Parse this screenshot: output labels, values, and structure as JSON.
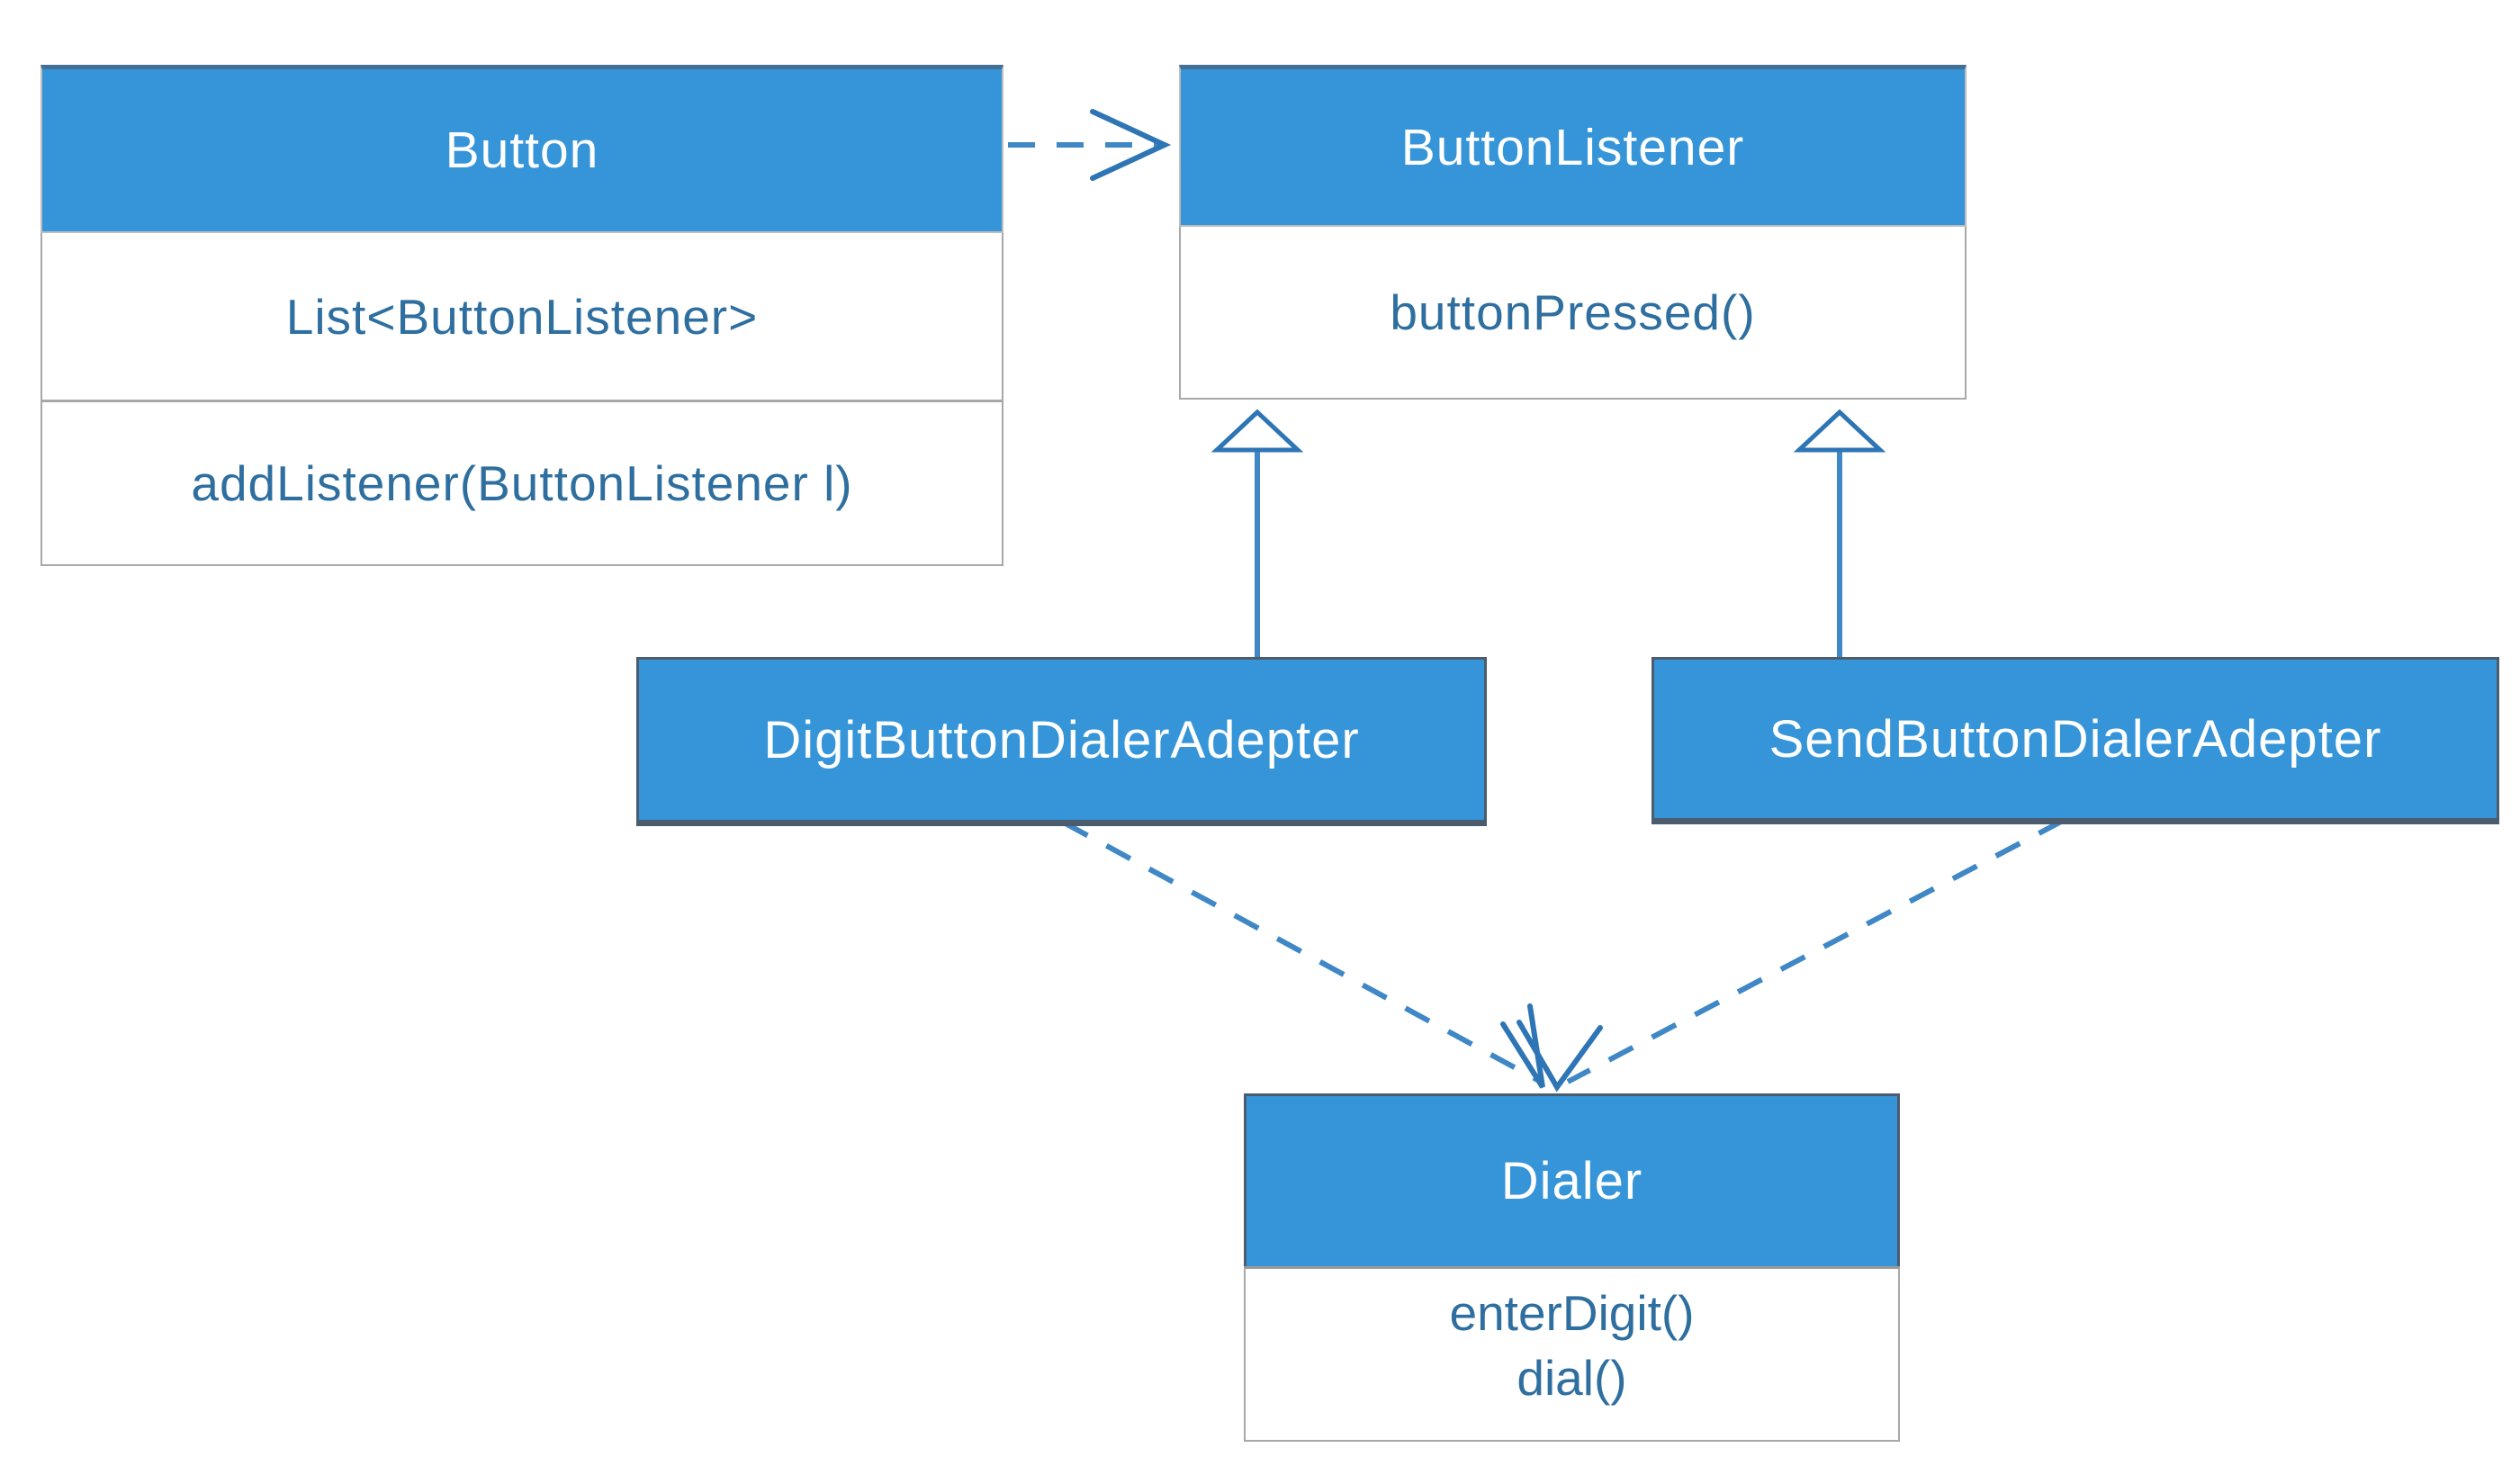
{
  "diagram_title": "Button / Dialer adapter UML class diagram",
  "colors": {
    "header_fill": "#3595d8",
    "header_text": "#ffffff",
    "body_text": "#2f6f9f",
    "box_border": "#a8a8a8",
    "dark_border": "#4a5c6e",
    "header_top_border": "#436f97",
    "arrow": "#3f87c5",
    "arrowhead": "#2e75b6",
    "background": "#ffffff"
  },
  "classes": [
    {
      "name": "Button",
      "attributes": [
        "List<ButtonListener>"
      ],
      "methods": [
        "addListener(ButtonListener l)"
      ]
    },
    {
      "name": "ButtonListener",
      "attributes": [],
      "methods": [
        "buttonPressed()"
      ]
    },
    {
      "name": "DigitButtonDialerAdepter",
      "attributes": [],
      "methods": []
    },
    {
      "name": "SendButtonDialerAdepter",
      "attributes": [],
      "methods": []
    },
    {
      "name": "Dialer",
      "attributes": [],
      "methods": [
        "enterDigit()",
        "dial()"
      ]
    }
  ],
  "relationships": [
    {
      "from": "Button",
      "to": "ButtonListener",
      "type": "dependency",
      "style": "dashed-open-arrow"
    },
    {
      "from": "DigitButtonDialerAdepter",
      "to": "ButtonListener",
      "type": "generalization",
      "style": "solid-hollow-triangle"
    },
    {
      "from": "SendButtonDialerAdepter",
      "to": "ButtonListener",
      "type": "generalization",
      "style": "solid-hollow-triangle"
    },
    {
      "from": "DigitButtonDialerAdepter",
      "to": "Dialer",
      "type": "dependency",
      "style": "dashed-open-arrow"
    },
    {
      "from": "SendButtonDialerAdepter",
      "to": "Dialer",
      "type": "dependency",
      "style": "dashed-open-arrow"
    }
  ]
}
